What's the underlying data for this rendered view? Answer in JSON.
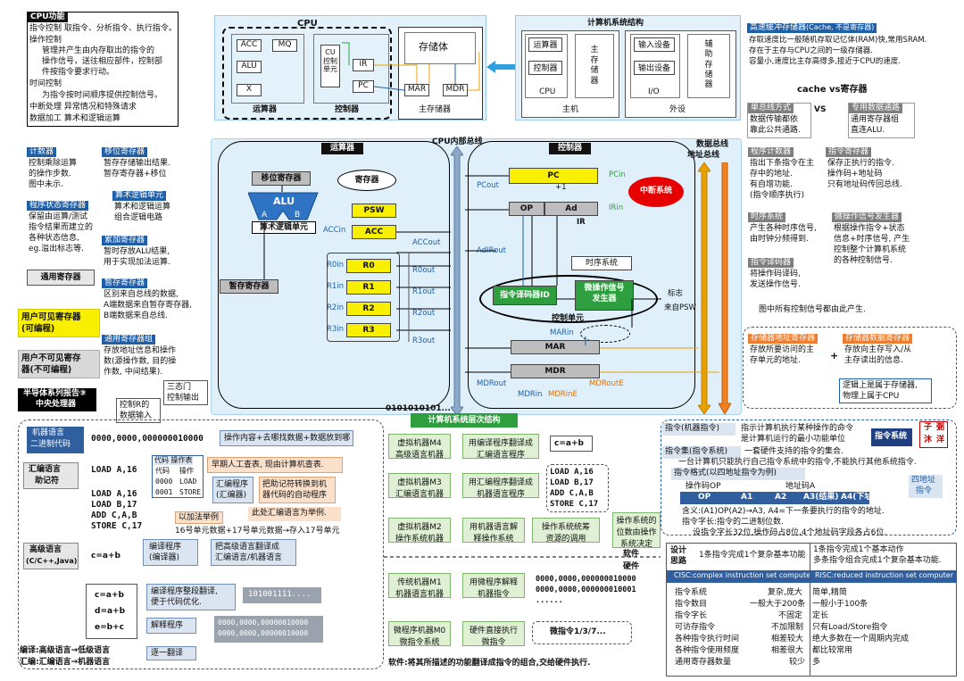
{
  "cpu_functions": {
    "title": "CPU功能",
    "items": [
      "指令控制 取指令、分析指令、执行指令。",
      "操作控制",
      "管理并产生由内存取出的指令的",
      "操作信号，送往相应部件，控制部",
      "件按指令要求行动。",
      "时间控制",
      "为指令按时间顺序提供控制信号。",
      "中断处理 异常情况和特殊请求",
      "数据加工 算术和逻辑运算"
    ]
  },
  "cpu_top": {
    "cpu_label": "CPU",
    "regs": [
      "ACC",
      "MQ",
      "ALU",
      "X"
    ],
    "cu_label": "CU\n控制\n单元",
    "ir": "IR",
    "pc": "PC",
    "mar": "MAR",
    "mdr": "MDR",
    "storage": "存储体",
    "alu_unit": "运算器",
    "ctrl_unit": "控制器",
    "main_mem": "主存储器"
  },
  "system_structure": {
    "title": "计算机系统结构",
    "left_items": [
      "运算器",
      "控制器"
    ],
    "cpu": "CPU",
    "main_store": "主存储器",
    "host": "主机",
    "io_items": [
      "输入设备",
      "输出设备"
    ],
    "io": "I/O",
    "aux_store": "辅助存储器",
    "peripheral": "外设"
  },
  "cache": {
    "title": "高速缓冲存储器",
    "title_note": "(Cache, 不是寄存器)",
    "lines": [
      "存取速度比一般随机存取记忆体(RAM)快,常用SRAM.",
      "存在于主存与CPU之间的一级存储器.",
      "容量小,速度比主存高得多,接近于CPU的速度."
    ],
    "vs_label": "cache vs寄存器",
    "single_bus_title": "单总线方式",
    "single_bus_text": [
      "数据传输都依",
      "靠此公共通路."
    ],
    "vs": "VS",
    "dedicated_title": "专用数据通路",
    "dedicated_text": [
      "通用寄存器组",
      "直连ALU."
    ]
  },
  "left_notes": {
    "counter_title": "计数器",
    "counter_text": [
      "控制乘除运算",
      "的操作步数.",
      "图中未示."
    ],
    "psw_title": "程序状态寄存器",
    "psw_text": [
      "保留由运算/测试",
      "指令结果而建立的",
      "各种状态信息,",
      "eg.溢出标志等."
    ],
    "gpr": "通用寄存器",
    "user_visible": [
      "用户可见寄存器",
      "(可编程)"
    ],
    "user_invisible": [
      "用户不可见寄存",
      "器(不可编程)"
    ],
    "series": "半导体系列报告⑨",
    "cpu_name": "中央处理器"
  },
  "mid_notes": {
    "shift_title": "移位寄存器",
    "shift_text": [
      "暂存存储输出结果.",
      "暂存寄存器+移位"
    ],
    "alu_title": "算术逻辑单元",
    "alu_text": [
      "算术和逻辑运算",
      "组合逻辑电路"
    ],
    "acc_title": "累加寄存器",
    "acc_text": [
      "暂时存放ALU结果,",
      "用于实现加法运算."
    ],
    "temp_title": "暂存寄存器",
    "temp_text": [
      "区别来自总线的数据,",
      "A端数据来自暂存寄存器,",
      "B端数据来自总线."
    ],
    "gpr_title": "通用寄存器组",
    "gpr_text": [
      "存放地址信息和操作",
      "数(源操作数, 目的操",
      "作数, 中间结果)."
    ],
    "tristate": [
      "三态门",
      "控制输出"
    ],
    "r_control": [
      "控制R的",
      "数据输入"
    ]
  },
  "datapath": {
    "alu_section": "运算器",
    "internal_bus": "CPU内部总线",
    "ctrl_section": "控制器",
    "shift_reg": "移位寄存器",
    "register": "寄存器",
    "alu": "ALU",
    "a": "A",
    "b": "B",
    "alu_unit": "算术逻辑单元",
    "psw": "PSW",
    "acc": "ACC",
    "acc_in": "ACCin",
    "acc_out": "ACCout",
    "temp": "暂存寄存器",
    "regs": [
      "R0",
      "R1",
      "R2",
      "R3"
    ],
    "r_in": [
      "R0in",
      "R1in",
      "R2in",
      "R3in"
    ],
    "r_out": [
      "R0out",
      "R1out",
      "R2out",
      "R3out"
    ],
    "binary": "0101010101...",
    "pc": "PC",
    "pc_in": "PCin",
    "pc_out": "PCout",
    "plus1": "+1",
    "op": "OP",
    "ad": "Ad",
    "ir": "IR",
    "ir_in": "IRin",
    "adir_out": "AdIRout",
    "interrupt": "中断系统",
    "timing": "时序系统",
    "decoder": "指令译码器ID",
    "micro_gen": [
      "微操作信号",
      "发生器"
    ],
    "flag": "标志",
    "from_psw": "来自PSW",
    "ctrl_unit": "控制单元",
    "mar": "MAR",
    "mar_in": "MARin",
    "mdr": "MDR",
    "mdr_out": "MDRout",
    "mdr_in": "MDRin",
    "mdr_oute": "MDRoutE",
    "mdr_ine": "MDRinE",
    "data_bus": "数据总线",
    "addr_bus": "地址总线"
  },
  "right_notes": {
    "pc_title": "程序计数器",
    "pc_text": [
      "指出下条指令在主",
      "存中的地址.",
      "有自增功能.",
      "(指令顺序执行)"
    ],
    "ir_title": "指令寄存器",
    "ir_text": [
      "保存正执行的指令.",
      "操作码+地址码",
      "只有地址码传回总线."
    ],
    "timing_title": "时序系统",
    "timing_text": [
      "产生各种时序信号,",
      "由时钟分频得到."
    ],
    "micro_title": "微操作信号发生器",
    "micro_text": [
      "根据操作指令+状态",
      "信息+时序信号, 产生",
      "控制整个计算机系统",
      "的各种控制信号."
    ],
    "decoder_title": "指令译码器",
    "decoder_text": [
      "将操作码译码,",
      "发送操作信号."
    ],
    "all_control": "图中所有控制信号都由此产生.",
    "mar_title": "存储器地址寄存器",
    "mar_text": [
      "存放所要访问的主",
      "存单元的地址."
    ],
    "plus": "+",
    "mdr_title": "存储器数据寄存器",
    "mdr_text": [
      "存放向主存写入/从",
      "主存读出的信息."
    ],
    "mem_note": [
      "逻辑上是属于存储器,",
      "物理上属于CPU"
    ]
  },
  "hierarchy": {
    "title": "计算机系统层次结构",
    "machine_code_title": "机器语言",
    "machine_code_sub": "二进制代码",
    "machine_code_value": "0000,0000,000000010000",
    "machine_code_desc": "操作内容+去哪找数据+数据放到哪",
    "code_table_title": "代码 操作表",
    "code_table_headers": [
      "代码",
      "操作"
    ],
    "code_table_rows": [
      [
        "0000",
        "LOAD"
      ],
      [
        "0001",
        "STORE"
      ]
    ],
    "early_note": "早期人工查表, 现由计算机查表.",
    "assembler": [
      "汇编程序",
      "(汇编器)"
    ],
    "assembler_desc": [
      "把助记符转换到机",
      "器代码的自动程序"
    ],
    "asm_title": "汇编语言",
    "asm_sub": "助记符",
    "asm_first": "LOAD A,16",
    "asm_lines": [
      "LOAD A,16",
      "LOAD B,17",
      "ADD C,A,B",
      "STORE C,17"
    ],
    "asm_example_note": "此处汇编语言为举例.",
    "addition_example": "以加法举例",
    "addition_desc": "16号单元数据+17号单元数据→存入17号单元",
    "compiler": [
      "编译程序",
      "(编译器)"
    ],
    "compiler_desc": [
      "把高级语言翻译成",
      "汇编语言/机器语言"
    ],
    "hll_title": "高级语言",
    "hll_sub": "(C/C++,Java)",
    "hll_expr": "c=a+b",
    "hll_lines": [
      "c=a+b",
      "d=a+b",
      "e=b+c"
    ],
    "compile_note": [
      "编译程序整段翻译,",
      "便于代码优化."
    ],
    "compile_out": "101001111....",
    "interp": "解释程序",
    "interp_out": [
      "0000,0000,00000010000",
      "0000,0000,00000010000"
    ],
    "line_by_line": "逐一翻译",
    "compile_def": "编译:高级语言→低级语言",
    "asm_def": "汇编:汇编语言→机器语言",
    "levels": [
      {
        "name": [
          "虚拟机器M4",
          "高级语言机器"
        ],
        "desc": [
          "用编译程序翻译成",
          "汇编语言程序"
        ]
      },
      {
        "name": [
          "虚拟机器M3",
          "汇编语言机器"
        ],
        "desc": [
          "用汇编程序翻译成",
          "机器语言程序"
        ]
      },
      {
        "name": [
          "虚拟机器M2",
          "操作系统机器"
        ],
        "desc": [
          "用机器语言解",
          "释操作系统"
        ],
        "extra": [
          "操作系统统筹",
          "资源的调用"
        ]
      },
      {
        "name": [
          "传统机器M1",
          "机器语言机器"
        ],
        "desc": [
          "用微程序解释",
          "机器指令"
        ]
      },
      {
        "name": [
          "微程序机器M0",
          "微指令系统"
        ],
        "desc": [
          "硬件直接执行",
          "微指令"
        ]
      }
    ],
    "m4_out": "c=a+b",
    "m3_out": [
      "LOAD A,16",
      "LOAD B,17",
      "ADD C,A,B",
      "STORE C,17"
    ],
    "m1_out": [
      "0000,0000,000000010000",
      "0000,0000,000000010001",
      "......"
    ],
    "m0_out": "微指令1/3/7...",
    "os_note": [
      "操作系统的",
      "位数由操作",
      "系统决定"
    ],
    "software": "软件",
    "hardware": "硬件",
    "footer": "软件:将其所描述的功能翻译成指令的组合,交给硬件执行."
  },
  "instruction": {
    "instr_title": "指令(机器指令)",
    "instr_text": [
      "指示计算机执行某种操作的命令",
      "是计算机运行的最小功能单位"
    ],
    "isa_title": "指令集(指令系统)",
    "isa_text": "一套硬件支持的指令的集合.",
    "isa_note": "一台计算机只能执行自己指令系统中的指令,不能执行其他系统指令.",
    "stamp": [
      "子",
      "弼",
      "沐",
      "洋"
    ],
    "instr_system": "指令系统",
    "format_title": "指令格式(以四地址指令为例)",
    "opcode": "操作码OP",
    "addrcode": "地址码A",
    "fields": [
      "OP",
      "A1",
      "A2",
      "A3(结果)",
      "A4(下址)"
    ],
    "four_addr": [
      "四地址",
      "指令"
    ],
    "meaning": "含义:(A1)OP(A2)→A3, A4=下一条要执行的指令的地址.",
    "word_length": "指令字长:指令的二进制位数.",
    "example": "设指令字长32位,操作码占8位,4个地址码字段各占6位."
  },
  "cisc_risc": {
    "design": [
      "设计",
      "思路"
    ],
    "cisc_idea": "1条指令完成1个复杂基本功能",
    "risc_idea": [
      "1条指令完成1个基本动作",
      "多条指令组合完成1个复杂基本功能."
    ],
    "cisc_name": "CISC:complex instruction set computer",
    "risc_name": "RISC:reduced instruction set computer",
    "rows": [
      [
        "指令系统",
        "复杂,庞大",
        "简单,精简"
      ],
      [
        "指令数目",
        "一般大于200条",
        "一般小于100条"
      ],
      [
        "指令字长",
        "不固定",
        "定长"
      ],
      [
        "可访存指令",
        "不加限制",
        "只有Load/Store指令"
      ],
      [
        "各种指令执行时间",
        "相差较大",
        "绝大多数在一个周期内完成"
      ],
      [
        "各种指令使用频度",
        "相差很大",
        "都比较常用"
      ],
      [
        "通用寄存器数量",
        "较少",
        "多"
      ]
    ]
  }
}
